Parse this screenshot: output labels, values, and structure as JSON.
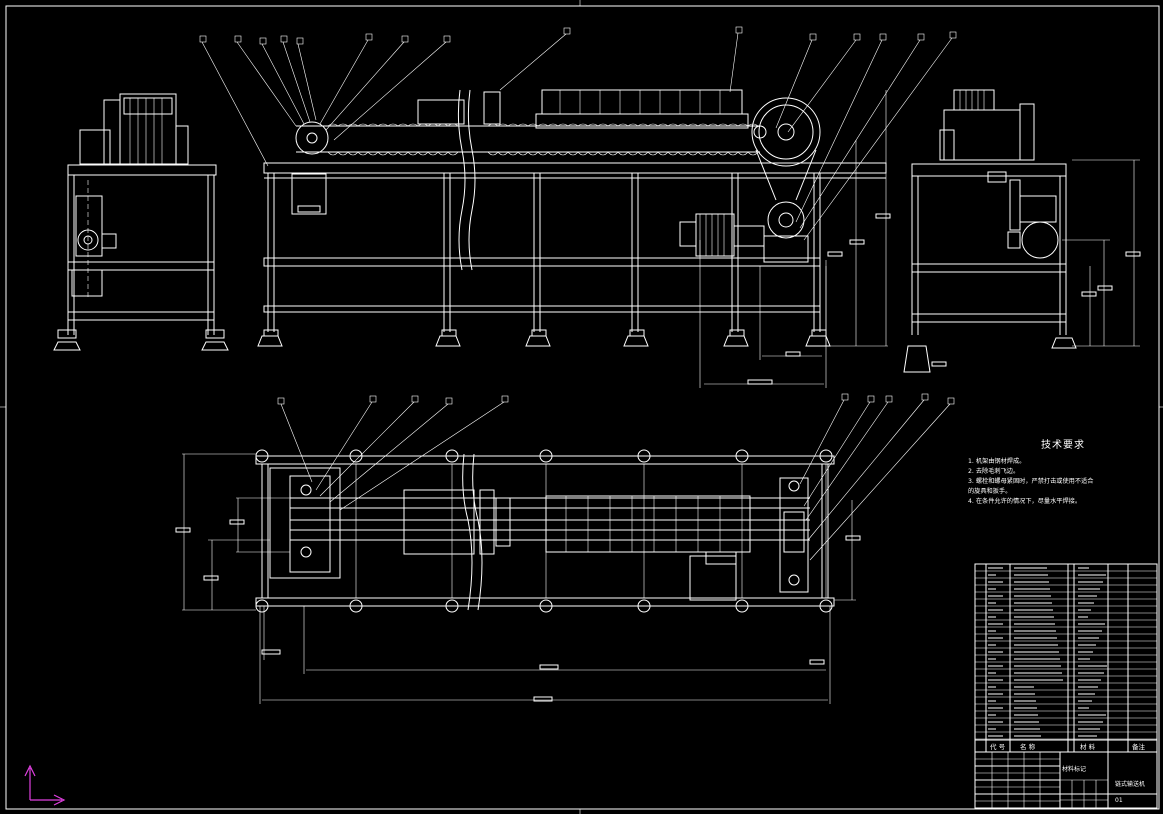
{
  "tech_requirements": {
    "heading": "技术要求",
    "items": [
      "1. 机架由钢材焊成。",
      "2. 去除毛刺飞边。",
      "3. 螺栓和螺母紧固时，严禁打击或使用不适合",
      "的旋具和扳手。",
      "4. 在条件允许的情况下，尽量水平焊接。"
    ]
  },
  "bom_header": {
    "code": "代 号",
    "name": "名 称",
    "material": "材 料",
    "remark": "备注"
  },
  "title_block": {
    "material_mark": "材料标记",
    "drawing_name": "链式输送机",
    "drawing_code": "01"
  },
  "colors": {
    "background": "#000000",
    "lines": "#ffffff",
    "ucs_icon": "#e040e0"
  }
}
